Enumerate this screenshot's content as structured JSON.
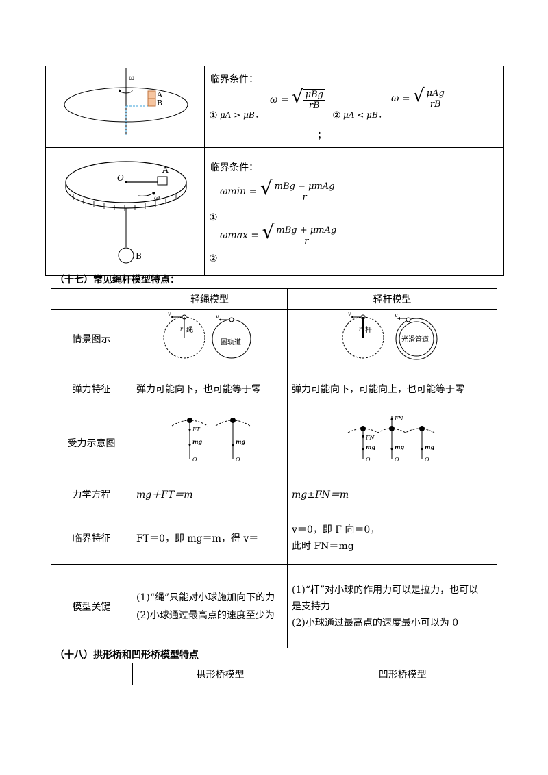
{
  "table1": {
    "row1": {
      "label": "临界条件：",
      "c1_prefix": "①",
      "c1_inequality": "μA > μB，",
      "c1_lhs": "ω =",
      "c1_num": "μBg",
      "c1_den": "rB",
      "c2_prefix": "②",
      "c2_inequality": "μA < μB，",
      "c2_lhs": "ω =",
      "c2_num": "μAg",
      "c2_den": "rB",
      "semicolon": "；",
      "fig_omega": "ω",
      "fig_a": "A",
      "fig_b": "B"
    },
    "row2": {
      "label": "临界条件：",
      "f1_lhs": "ωmin =",
      "f1_num": "mBg − μmAg",
      "f1_den": "r",
      "f1_prefix": "①",
      "f2_lhs": "ωmax =",
      "f2_num": "mBg + μmAg",
      "f2_den": "r",
      "f2_prefix": "②",
      "fig_o": "O",
      "fig_a": "A",
      "fig_b": "B",
      "fig_omega": "ω"
    }
  },
  "section17": {
    "title": "（十七）常见绳杆模型特点：",
    "headers": [
      "",
      "轻绳模型",
      "轻杆模型"
    ],
    "rows": {
      "scene": {
        "label": "情景图示",
        "rope_text": "绳",
        "track_text": "圆轨道",
        "rod_text": "杆",
        "pipe_text": "光滑管道",
        "v": "v",
        "r": "r"
      },
      "elastic": {
        "label": "弹力特征",
        "rope": "弹力可能向下，也可能等于零",
        "rod": "弹力可能向下，可能向上，也可能等于零"
      },
      "force": {
        "label": "受力示意图",
        "ft": "FT",
        "fn": "FN",
        "mg": "mg",
        "o": "O"
      },
      "equation": {
        "label": "力学方程",
        "rope": "mg＋FT＝m",
        "rod": "mg±FN＝m"
      },
      "critical": {
        "label": "临界特征",
        "rope": "FT＝0，即 mg＝m，得 v＝",
        "rod_line1": "v＝0，即 F 向＝0，",
        "rod_line2": "此时 FN＝mg"
      },
      "key": {
        "label": "模型关键",
        "rope_line1": "(1)“绳”只能对小球施加向下的力",
        "rope_line2": "(2)小球通过最高点的速度至少为",
        "rod_line1": "(1)“杆”对小球的作用力可以是拉力，也可以",
        "rod_line2": "是支持力",
        "rod_line3": "(2)小球通过最高点的速度最小可以为 0"
      }
    }
  },
  "section18": {
    "title": "（十八）拱形桥和凹形桥模型特点",
    "headers": [
      "",
      "拱形桥模型",
      "凹形桥模型"
    ]
  }
}
